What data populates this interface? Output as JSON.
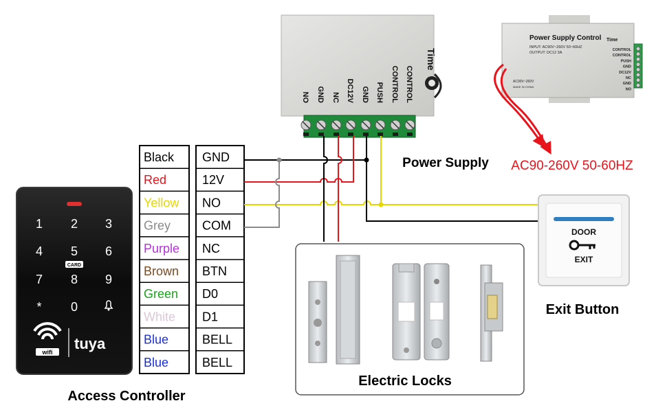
{
  "wire_table": [
    {
      "color_name": "Black",
      "color": "#000000",
      "signal": "GND"
    },
    {
      "color_name": "Red",
      "color": "#e8141c",
      "signal": "12V"
    },
    {
      "color_name": "Yellow",
      "color": "#e6d700",
      "signal": "NO"
    },
    {
      "color_name": "Grey",
      "color": "#8a8a8a",
      "signal": "COM"
    },
    {
      "color_name": "Purple",
      "color": "#b333d6",
      "signal": "NC"
    },
    {
      "color_name": "Brown",
      "color": "#7a4a22",
      "signal": "BTN"
    },
    {
      "color_name": "Green",
      "color": "#1f9e1f",
      "signal": "D0"
    },
    {
      "color_name": "White",
      "color": "#d9c8d6",
      "signal": "D1"
    },
    {
      "color_name": "Blue",
      "color": "#1b2fd6",
      "signal": "BELL"
    },
    {
      "color_name": "Blue",
      "color": "#1b2fd6",
      "signal": "BELL"
    }
  ],
  "keypad": {
    "keys": [
      "1",
      "2",
      "3",
      "4",
      "5",
      "6",
      "7",
      "8",
      "9",
      "*",
      "0",
      "bell-icon"
    ],
    "card_badge": "CARD",
    "wifi_badge": "wifi",
    "brand": "tuya"
  },
  "labels": {
    "access_controller": "Access Controller",
    "power_supply": "Power Supply",
    "ac_input": "AC90-260V 50-60HZ",
    "exit_button": "Exit Button",
    "electric_locks": "Electric Locks"
  },
  "power_supply_unit": {
    "brand": "Time",
    "terminals": [
      "NO",
      "GND",
      "NC",
      "DC12V",
      "GND",
      "PUSH",
      "CONTROL",
      "CONTROL"
    ]
  },
  "psu_photo": {
    "title": "Power Supply Control",
    "brand": "Time",
    "input": "INPUT:  AC90V~260V 50~60HZ",
    "output": "OUTPUT:  DC12  3A",
    "ac_label": "AC90V~260V",
    "made_in": "MADE IN CHINA",
    "terminals": [
      "CONTROL",
      "CONTROL",
      "PUSH",
      "GND",
      "DC12V",
      "NC",
      "GND",
      "NO"
    ]
  },
  "exit_button_plate": {
    "line1": "DOOR",
    "line2": "EXIT"
  },
  "colors": {
    "red": "#e8141c",
    "yellow": "#e6d700",
    "grey": "#8a8a8a",
    "black": "#000000",
    "terminal_green": "#1f8a3a"
  }
}
